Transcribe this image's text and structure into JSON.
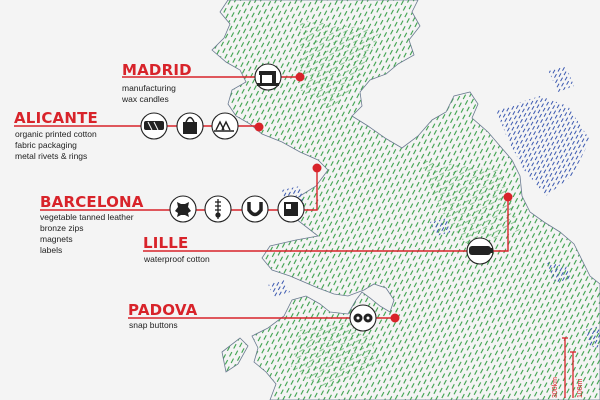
{
  "colors": {
    "accent": "#d8232a",
    "land_hatch": "#3aa04a",
    "sea_hatch": "#3a58b0",
    "coast": "#6a7a90",
    "background": "#f4f4f4"
  },
  "cities": [
    {
      "id": "madrid",
      "name": "MADRID",
      "items": [
        "manufacturing",
        "wax candles"
      ],
      "icons": [
        "sewing-machine-icon"
      ]
    },
    {
      "id": "alicante",
      "name": "ALICANTE",
      "items": [
        "organic printed cotton",
        "fabric packaging",
        "metal rivets & rings"
      ],
      "icons": [
        "fabric-roll-icon",
        "shopping-bag-icon",
        "rivets-icon"
      ]
    },
    {
      "id": "barcelona",
      "name": "BARCELONA",
      "items": [
        "vegetable tanned leather",
        "bronze zips",
        "magnets",
        "labels"
      ],
      "icons": [
        "leather-hide-icon",
        "zipper-icon",
        "magnet-icon",
        "label-icon"
      ]
    },
    {
      "id": "lille",
      "name": "LILLE",
      "items": [
        "waterproof cotton"
      ],
      "icons": [
        "cotton-roll-icon"
      ]
    },
    {
      "id": "padova",
      "name": "PADOVA",
      "items": [
        "snap buttons"
      ],
      "icons": [
        "snap-buttons-icon"
      ]
    }
  ],
  "scale": {
    "labels": [
      "300km",
      "100mi"
    ]
  }
}
